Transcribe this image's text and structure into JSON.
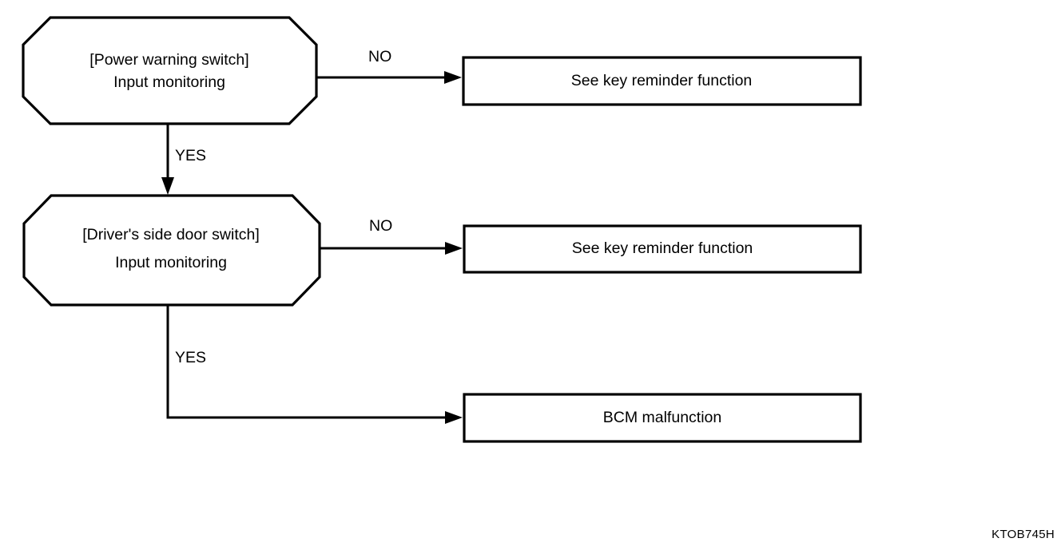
{
  "diagram": {
    "type": "flowchart",
    "reference_code": "KTOB745H",
    "nodes": [
      {
        "id": "decision-1",
        "shape": "octagon",
        "line1": "[Power warning switch]",
        "line2": "Input monitoring"
      },
      {
        "id": "decision-2",
        "shape": "octagon",
        "line1": "[Driver's side door switch]",
        "line2": "Input monitoring"
      },
      {
        "id": "result-1",
        "shape": "rectangle",
        "label": "See key reminder function"
      },
      {
        "id": "result-2",
        "shape": "rectangle",
        "label": "See key reminder function"
      },
      {
        "id": "result-3",
        "shape": "rectangle",
        "label": "BCM malfunction"
      }
    ],
    "edges": [
      {
        "id": "edge-1",
        "from": "decision-1",
        "to": "result-1",
        "label": "NO"
      },
      {
        "id": "edge-2",
        "from": "decision-1",
        "to": "decision-2",
        "label": "YES"
      },
      {
        "id": "edge-3",
        "from": "decision-2",
        "to": "result-2",
        "label": "NO"
      },
      {
        "id": "edge-4",
        "from": "decision-2",
        "to": "result-3",
        "label": "YES"
      }
    ]
  },
  "colors": {
    "stroke": "#000000",
    "background": "#ffffff",
    "text": "#000000"
  }
}
